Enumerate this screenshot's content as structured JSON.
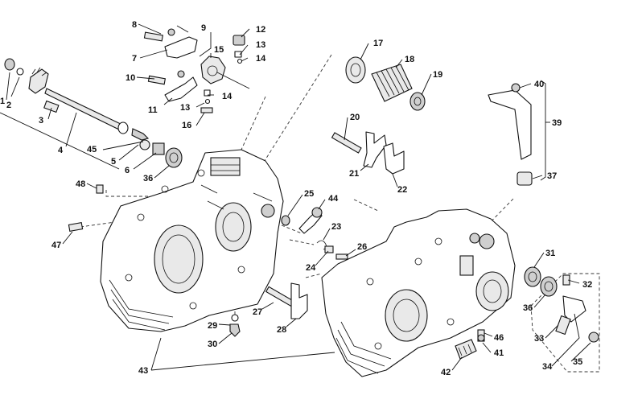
{
  "labels": {
    "n1": "1",
    "n2": "2",
    "n3": "3",
    "n4": "4",
    "n5": "5",
    "n6": "6",
    "n7": "7",
    "n8": "8",
    "n9": "9",
    "n10": "10",
    "n11": "11",
    "n12": "12",
    "n13a": "13",
    "n13b": "13",
    "n14a": "14",
    "n14b": "14",
    "n15": "15",
    "n16": "16",
    "n17": "17",
    "n18": "18",
    "n19": "19",
    "n20": "20",
    "n21": "21",
    "n22": "22",
    "n23": "23",
    "n24": "24",
    "n25": "25",
    "n26": "26",
    "n27": "27",
    "n28": "28",
    "n29": "29",
    "n30": "30",
    "n31": "31",
    "n32": "32",
    "n33": "33",
    "n34": "34",
    "n35": "35",
    "n36a": "36",
    "n36b": "36",
    "n37": "37",
    "n39": "39",
    "n40": "40",
    "n41": "41",
    "n42": "42",
    "n43": "43",
    "n44": "44",
    "n45": "45",
    "n46": "46",
    "n47": "47",
    "n48": "48"
  }
}
